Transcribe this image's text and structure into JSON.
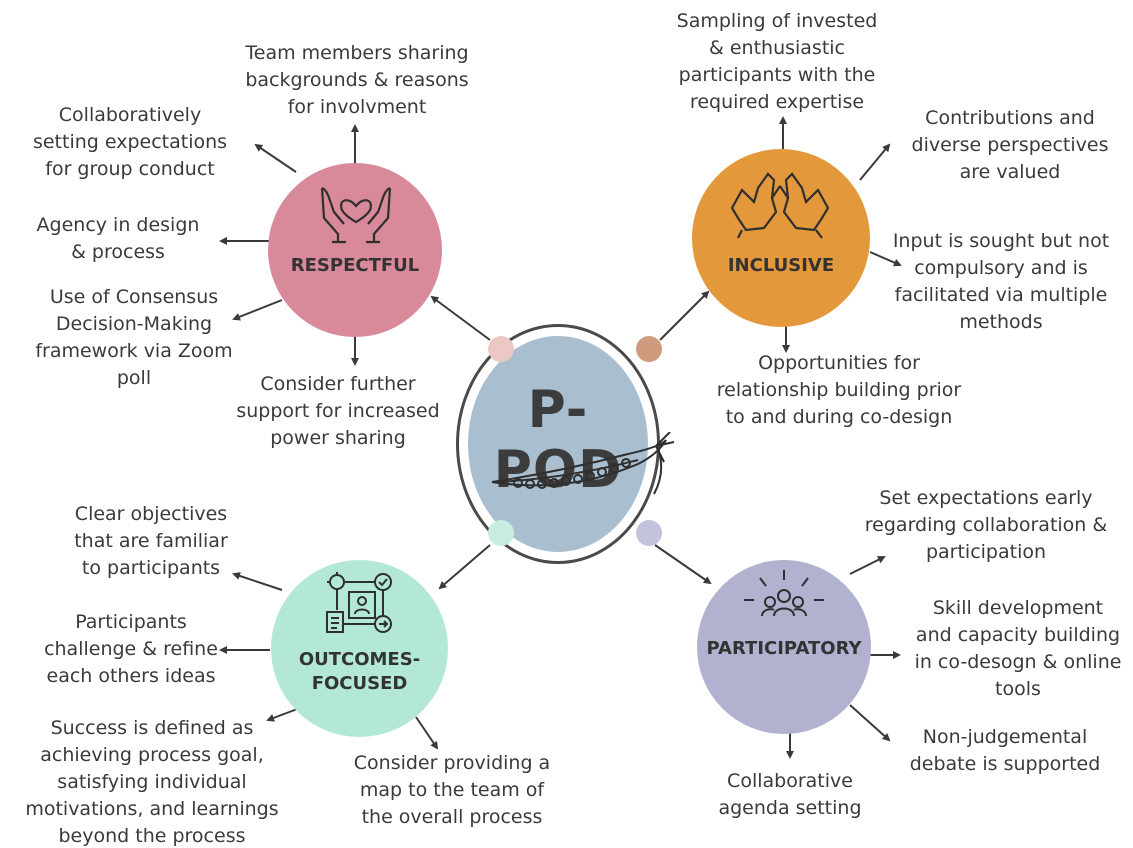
{
  "center": {
    "title": "P-POD"
  },
  "nodes": {
    "respectful": {
      "label": "RESPECTFUL",
      "color": "#d8899a",
      "icon": "heart-hands-icon"
    },
    "inclusive": {
      "label": "INCLUSIVE",
      "color": "#e3983c",
      "icon": "high-five-icon"
    },
    "outcomes": {
      "label": "OUTCOMES-\nFOCUSED",
      "color": "#b3e8d8",
      "icon": "workflow-icon"
    },
    "participatory": {
      "label": "PARTICIPATORY",
      "color": "#b1b1d0",
      "icon": "group-icon"
    }
  },
  "dot_colors": {
    "top_left": "#ecc8c4",
    "top_right": "#cf9b7f",
    "bottom_left": "#c9ece1",
    "bottom_right": "#c4c3dd"
  },
  "respectful_items": [
    "Team members sharing\nbackgrounds & reasons\nfor involvment",
    "Collaboratively\nsetting expectations\nfor group conduct",
    "Agency in design\n& process",
    "Use of Consensus\nDecision-Making\nframework via Zoom\npoll",
    "Consider further\nsupport for increased\npower sharing"
  ],
  "inclusive_items": [
    "Sampling of invested\n& enthusiastic\nparticipants with the\nrequired expertise",
    "Contributions and\ndiverse perspectives\nare valued",
    "Input is sought but not\ncompulsory and is\nfacilitated via multiple\nmethods",
    "Opportunities for\nrelationship building prior\nto and during co-design"
  ],
  "outcomes_items": [
    "Clear objectives\nthat are familiar\nto participants",
    "Participants\nchallenge & refine\neach others ideas",
    "Success is defined as\nachieving process goal,\nsatisfying individual\nmotivations, and learnings\nbeyond the process",
    "Consider providing a\nmap to the team of\nthe overall process"
  ],
  "participatory_items": [
    "Set expectations early\nregarding collaboration &\nparticipation",
    "Skill development\nand capacity building\nin co-desogn & online\ntools",
    "Non-judgemental\ndebate is supported",
    "Collaborative\nagenda setting"
  ]
}
